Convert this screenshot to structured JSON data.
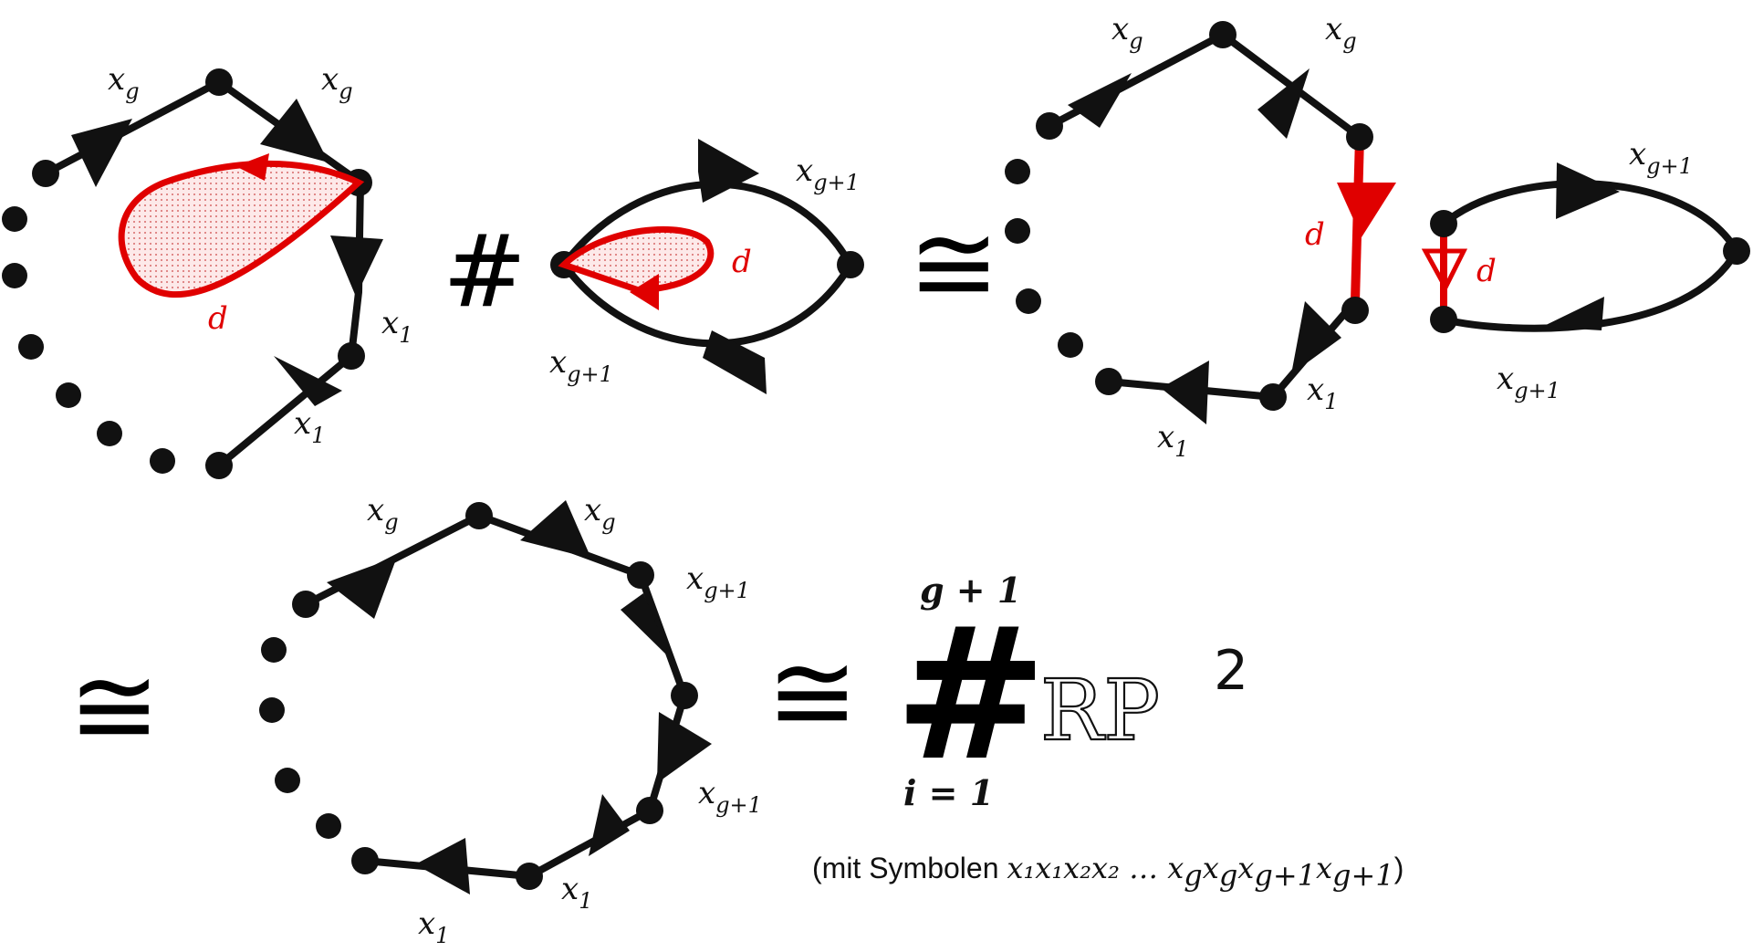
{
  "labels": {
    "x_g": "x",
    "g": "g",
    "x_1_base": "x",
    "one": "1",
    "gp1": "g+1",
    "d": "d"
  },
  "operators": {
    "connected_sum": "#",
    "homeomorphic": "≅"
  },
  "result": {
    "upper_limit": "g + 1",
    "lower_limit": "i = 1",
    "space": "RP",
    "exponent": "2"
  },
  "caption": {
    "prefix": "(mit Symbolen ",
    "word": "x₁x₁x₂x₂ … x",
    "suffix": ")"
  },
  "colors": {
    "edge": "#111111",
    "highlight": "#e00000"
  }
}
